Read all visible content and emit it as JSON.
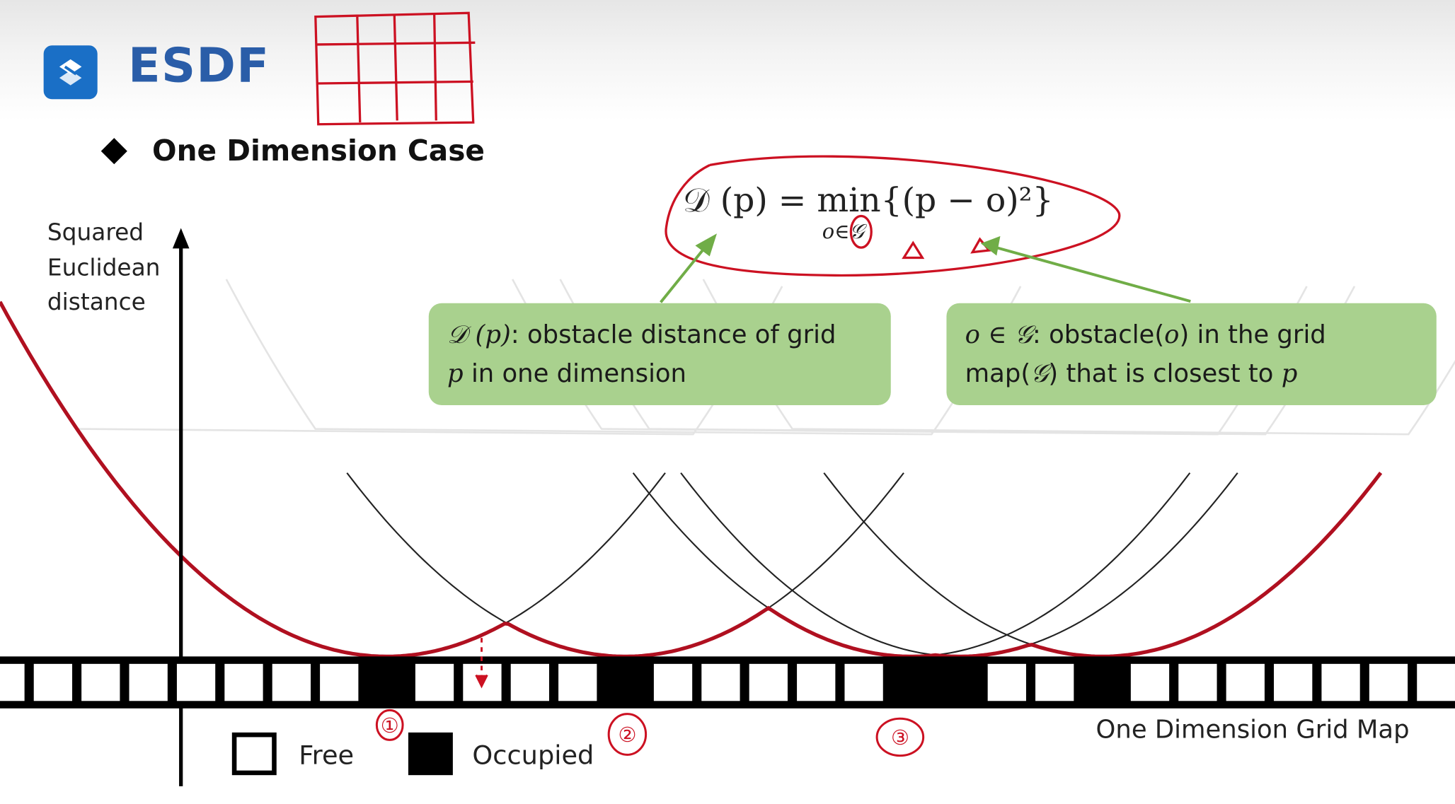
{
  "slide": {
    "title": "ESDF",
    "bullet": "One Dimension Case",
    "logo_icon": "logo-s-icon"
  },
  "axes": {
    "ylabel": "Squared\nEuclidean\ndistance",
    "xlabel": "One Dimension Grid Map"
  },
  "formula": {
    "lhs": "𝒟 (p) = min{(p − o)²}",
    "subscript": "o∈𝒢"
  },
  "notes": {
    "left": {
      "sym": "𝒟 (p)",
      "text1": ": obstacle  distance of grid",
      "sym2": "p",
      "text2": " in one dimension"
    },
    "right": {
      "sym": "o ∈ 𝒢",
      "text1": ": obstacle(",
      "sym_o": "o",
      "text1b": ") in the grid",
      "text2a": "map(",
      "sym_g": "𝒢",
      "text2b": ") that is closest to ",
      "sym_p": "p"
    }
  },
  "legend": {
    "free": "Free",
    "occupied": "Occupied"
  },
  "annotations": {
    "labels": [
      "①",
      "②",
      "③"
    ]
  },
  "grid": {
    "cell_states": [
      "free",
      "free",
      "free",
      "free",
      "free",
      "free",
      "free",
      "free",
      "occupied",
      "free",
      "free",
      "free",
      "free",
      "occupied",
      "free",
      "free",
      "free",
      "free",
      "free",
      "occupied",
      "occupied",
      "free",
      "free",
      "occupied",
      "free",
      "free",
      "free",
      "free",
      "free",
      "free",
      "free"
    ]
  },
  "colors": {
    "curve": "#b01020",
    "note_bg": "#a9d18e",
    "ink": "#cc1122",
    "arrow": "#70ad47",
    "title": "#2a5da8",
    "logo": "#1a6fc6"
  }
}
